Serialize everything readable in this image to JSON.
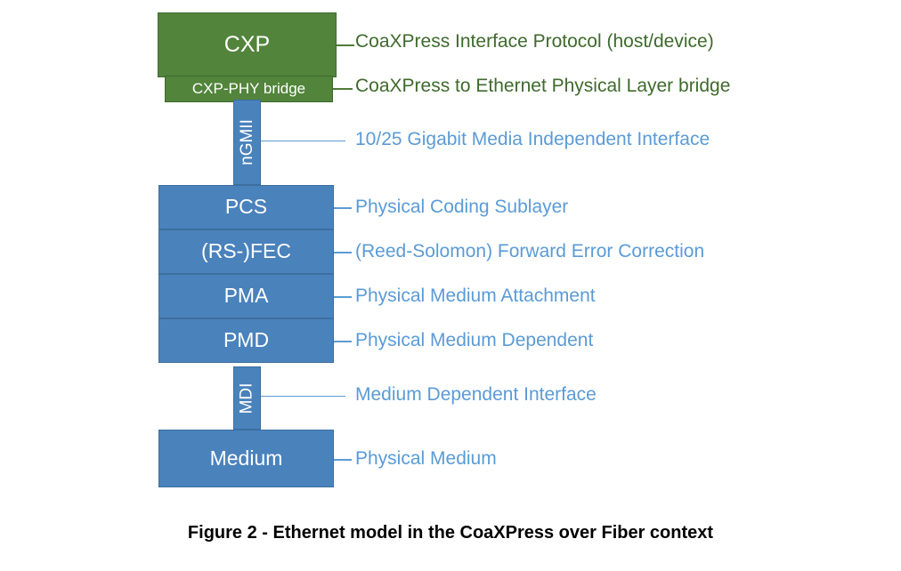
{
  "figure": {
    "caption": "Figure 2 - Ethernet model in the CoaXPress over Fiber context",
    "colors": {
      "green_fill": "#52843C",
      "green_border": "#3F6A2D",
      "green_text": "#3F6A2D",
      "blue_fill": "#4A82BC",
      "blue_border": "#3D6E9F",
      "blue_text": "#5B9BD5",
      "box_label_text": "#FFFFFF",
      "caption_text": "#000000",
      "background": "#FFFFFF"
    }
  },
  "stack": {
    "blocks": [
      {
        "id": "cxp",
        "name": "CXP",
        "description": "CoaXPress Interface Protocol (host/device)",
        "kind": "protocol-block",
        "color": "green"
      },
      {
        "id": "cxp-phy-bridge",
        "name": "CXP-PHY bridge",
        "description": "CoaXPress to Ethernet Physical Layer bridge",
        "kind": "protocol-block",
        "color": "green"
      },
      {
        "id": "ngmii",
        "name": "nGMII",
        "description": "10/25 Gigabit Media Independent Interface",
        "kind": "interface-bar",
        "color": "blue"
      },
      {
        "id": "pcs",
        "name": "PCS",
        "description": "Physical Coding Sublayer",
        "kind": "protocol-block",
        "color": "blue"
      },
      {
        "id": "rs-fec",
        "name": "(RS-)FEC",
        "description": "(Reed-Solomon) Forward Error Correction",
        "kind": "protocol-block",
        "color": "blue"
      },
      {
        "id": "pma",
        "name": "PMA",
        "description": "Physical Medium Attachment",
        "kind": "protocol-block",
        "color": "blue"
      },
      {
        "id": "pmd",
        "name": "PMD",
        "description": "Physical Medium Dependent",
        "kind": "protocol-block",
        "color": "blue"
      },
      {
        "id": "mdi",
        "name": "MDI",
        "description": "Medium Dependent Interface",
        "kind": "interface-bar",
        "color": "blue"
      },
      {
        "id": "medium",
        "name": "Medium",
        "description": "Physical Medium",
        "kind": "protocol-block",
        "color": "blue"
      }
    ]
  }
}
